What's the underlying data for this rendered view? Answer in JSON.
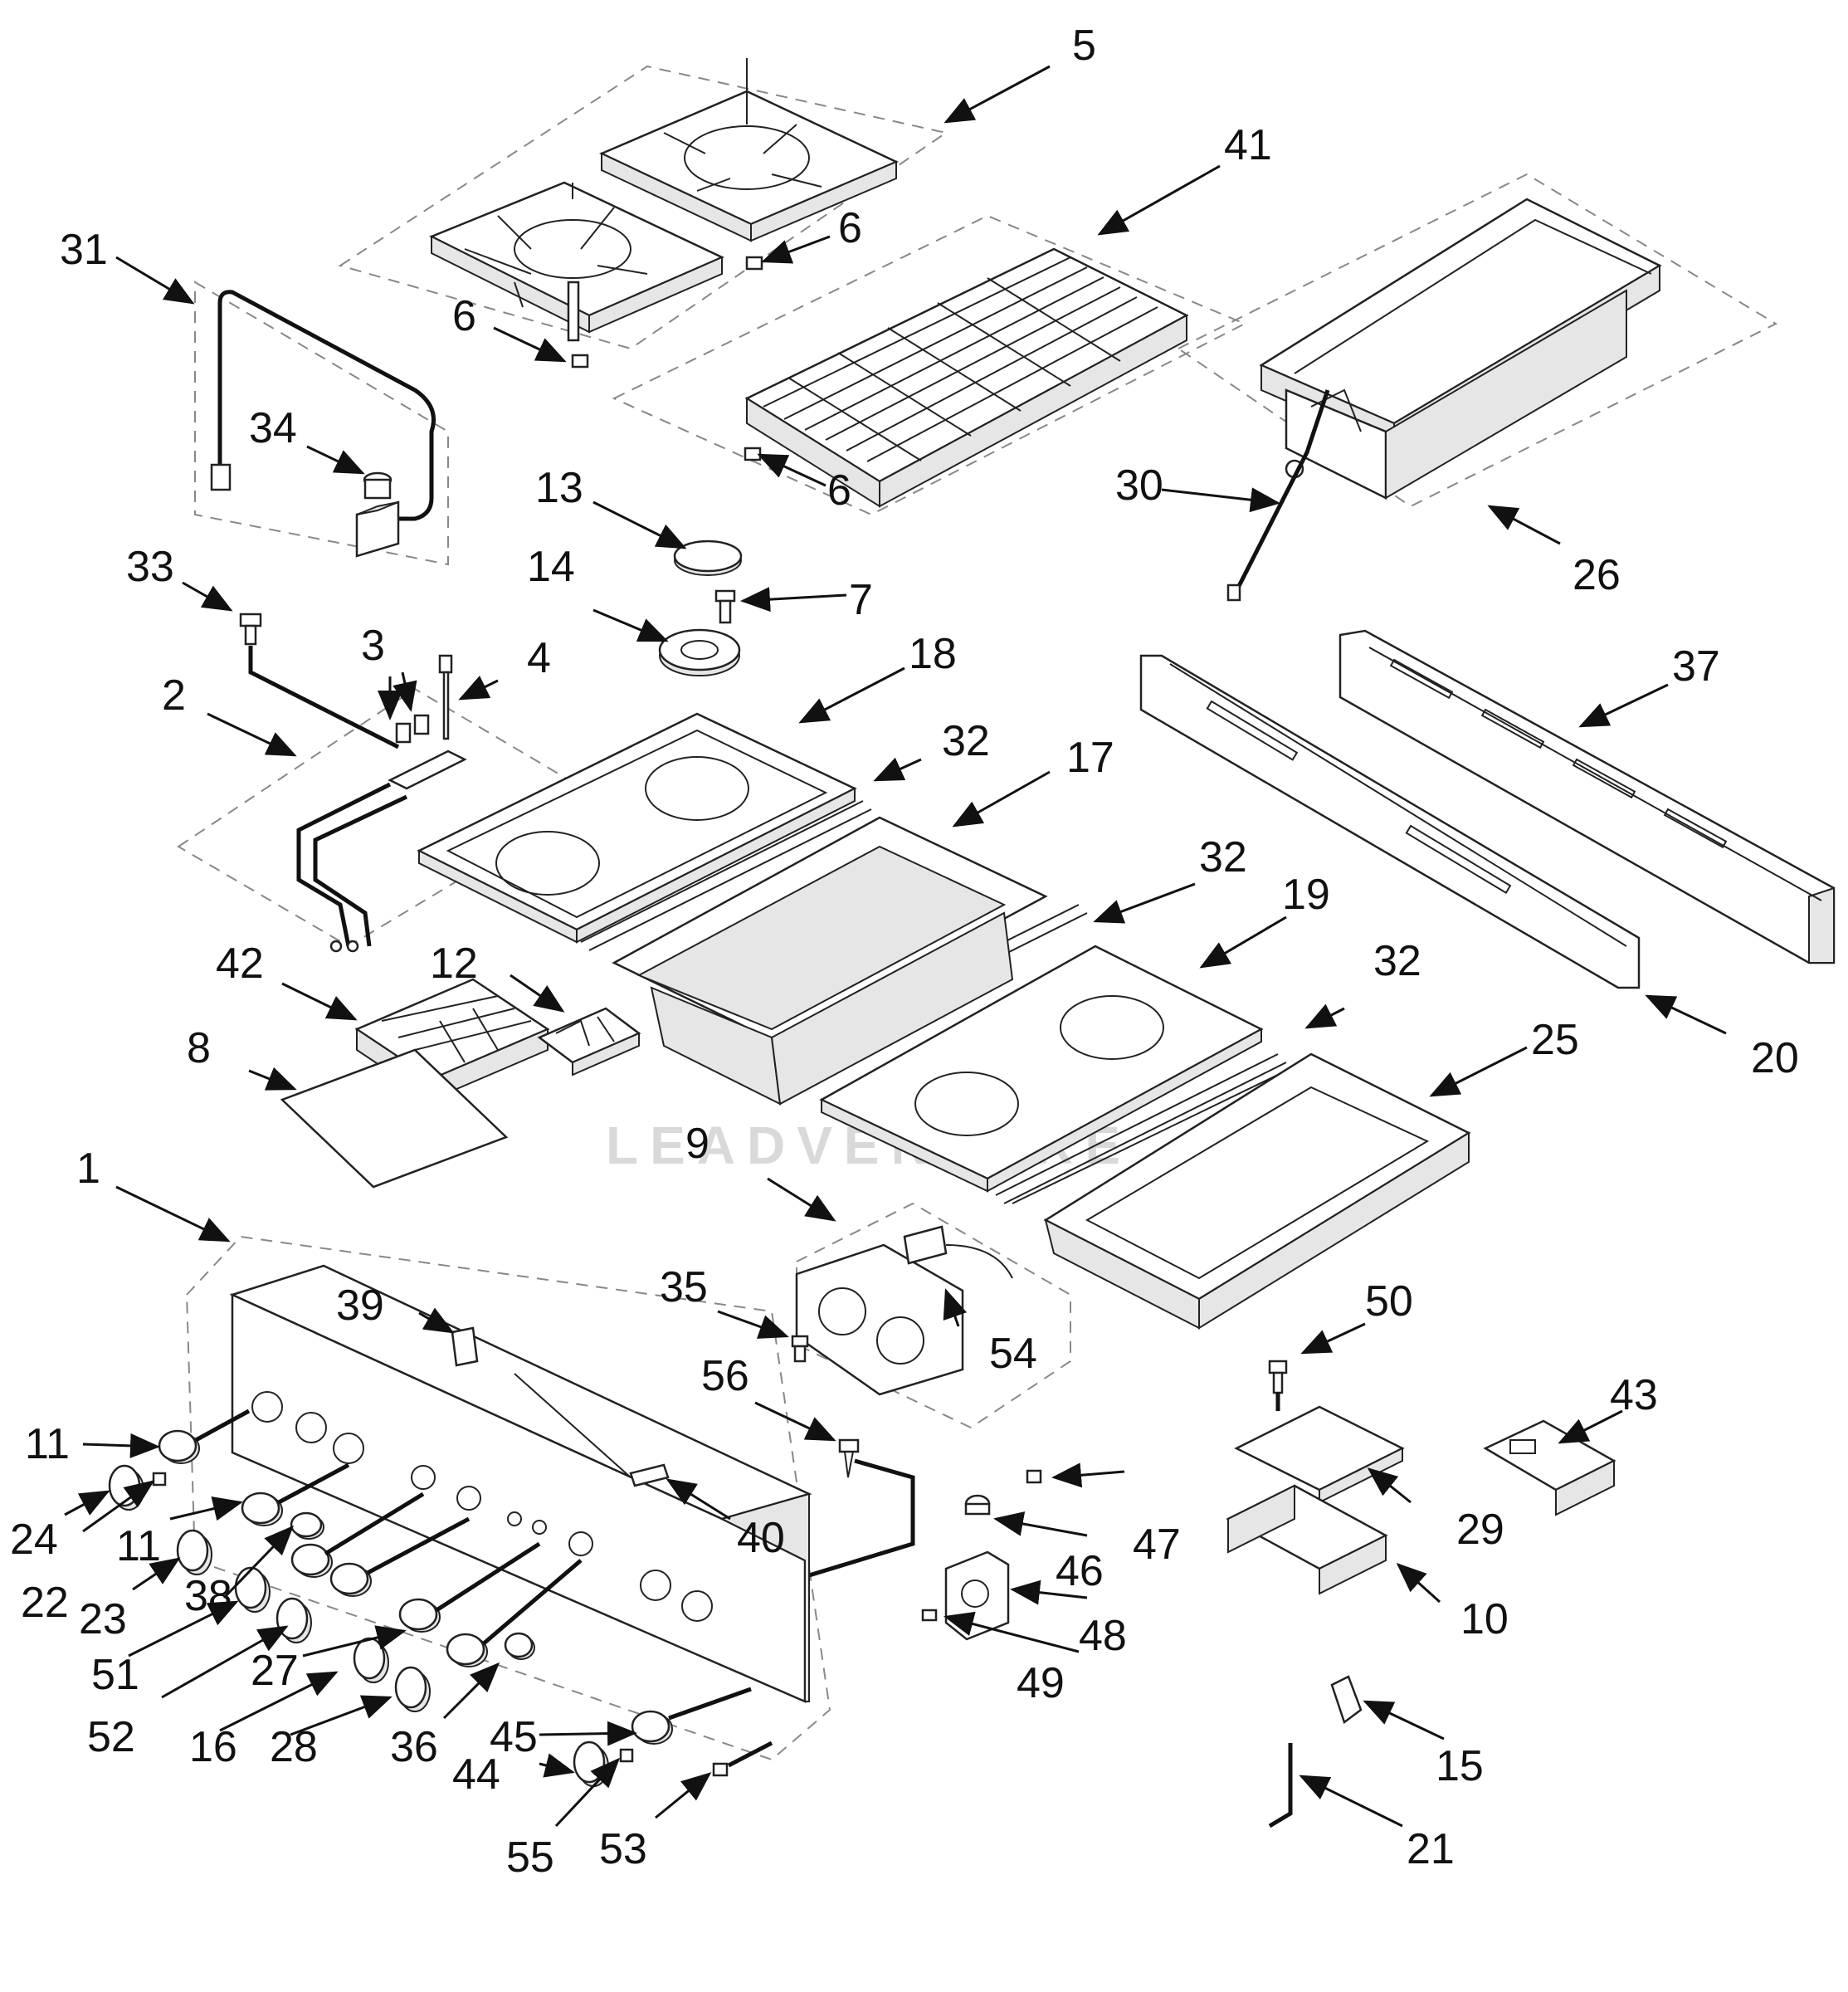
{
  "watermark": "LEADVENTURE",
  "callouts": [
    "1",
    "2",
    "3",
    "4",
    "5",
    "6",
    "7",
    "8",
    "9",
    "10",
    "11",
    "12",
    "13",
    "14",
    "15",
    "16",
    "17",
    "18",
    "19",
    "20",
    "21",
    "22",
    "23",
    "24",
    "25",
    "26",
    "27",
    "28",
    "29",
    "30",
    "31",
    "32",
    "33",
    "34",
    "35",
    "36",
    "37",
    "38",
    "39",
    "40",
    "41",
    "42",
    "43",
    "44",
    "45",
    "46",
    "47",
    "48",
    "49",
    "50",
    "51",
    "52",
    "53",
    "54",
    "55",
    "56"
  ]
}
